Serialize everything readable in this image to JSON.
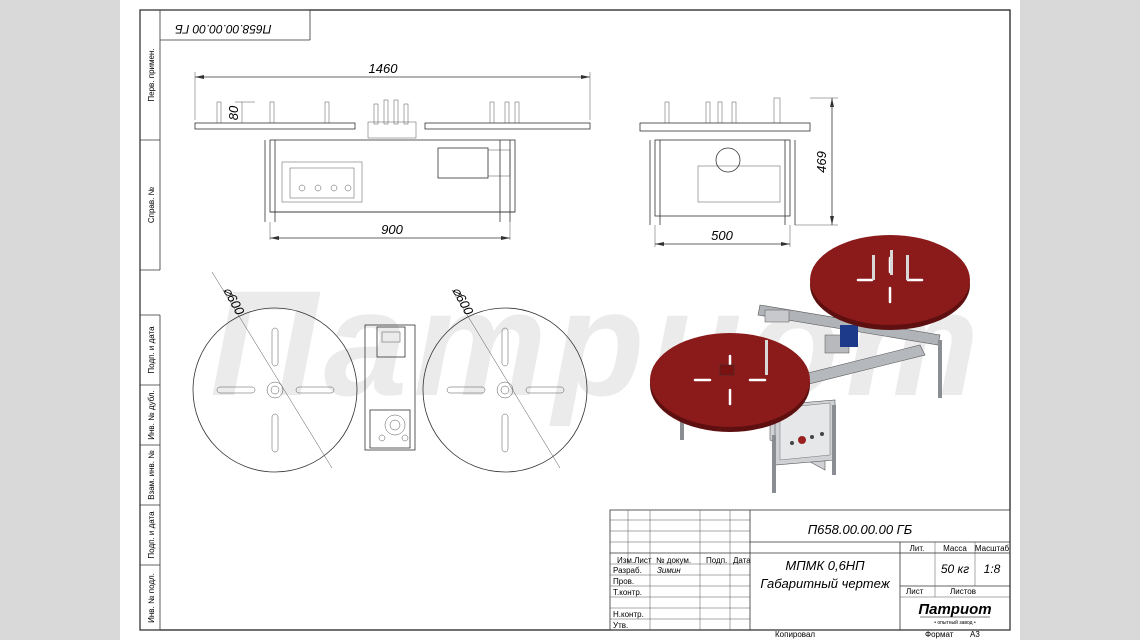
{
  "title_block": {
    "doc_code": "П658.00.00.00 ГБ",
    "doc_code_rotated": "П658.00.00.00 ГБ",
    "product_name": "МПМК 0,6НП",
    "doc_title": "Габаритный чертеж",
    "mass": "50 кг",
    "scale": "1:8",
    "company_name": "Патриот",
    "company_sub": "• опытный завод •",
    "developer_name": "Зимин",
    "headers": {
      "izm_list": "Изм.Лист",
      "doc_no": "№ докум.",
      "sign": "Подп.",
      "date": "Дата",
      "lit": "Лит.",
      "mass": "Масса",
      "scale": "Масштаб",
      "sheet": "Лист",
      "sheets": "Листов"
    },
    "rows": {
      "razrab": "Разраб.",
      "prov": "Пров.",
      "tkontr": "Т.контр.",
      "nkontr": "Н.контр.",
      "utv": "Утв."
    },
    "bottom": {
      "copied": "Копировал",
      "format": "Формат",
      "format_value": "А3"
    }
  },
  "side_labels": {
    "perv_primen": "Перв. примен.",
    "sprav": "Справ. №",
    "podp_data_1": "Подп. и дата",
    "inv_dubl": "Инв. № дубл.",
    "vzam_inv": "Взам. инв. №",
    "podp_data_2": "Подп. и дата",
    "inv_podl": "Инв. № подл."
  },
  "dimensions": {
    "overall_length": "1460",
    "post_height": "80",
    "frame_length": "900",
    "frame_width": "500",
    "overall_height": "469",
    "disc_diameter_left": "⌀600",
    "disc_diameter_right": "⌀600"
  },
  "watermark": "Патриот",
  "colors": {
    "disc_red": "#8b1a1a",
    "disc_dark": "#5e0f0f",
    "frame_grey": "#9a9ea3",
    "line": "#333333",
    "watermark": "#e6e6e6"
  }
}
